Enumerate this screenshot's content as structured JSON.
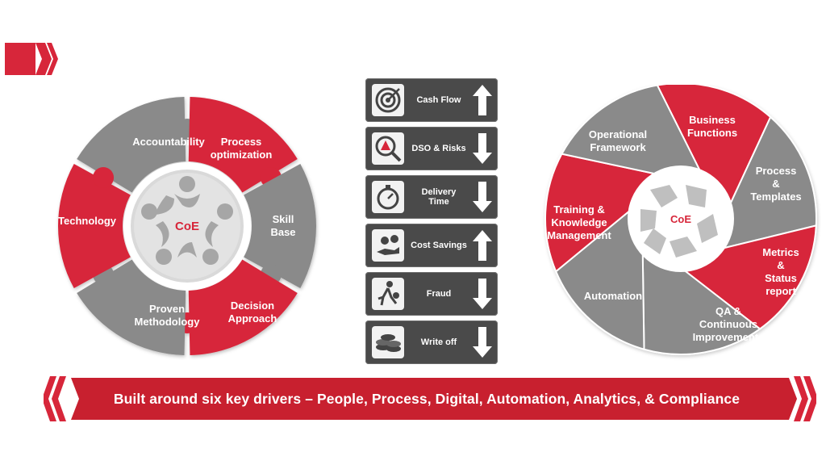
{
  "colors": {
    "red": "#d7263a",
    "gray": "#8a8a8a",
    "dark": "#4a4a4a",
    "light": "#dcdcdc"
  },
  "left_wheel": {
    "center": "CoE",
    "segments": [
      {
        "label": "Accountability",
        "color": "gray"
      },
      {
        "label": "Process\noptimization",
        "color": "red"
      },
      {
        "label": "Skill\nBase",
        "color": "gray"
      },
      {
        "label": "Decision\nApproach",
        "color": "red"
      },
      {
        "label": "Proven\nMethodology",
        "color": "gray"
      },
      {
        "label": "Technology",
        "color": "red"
      }
    ]
  },
  "metrics": [
    {
      "label": "Cash Flow",
      "icon": "target-icon",
      "direction": "up"
    },
    {
      "label": "DSO & Risks",
      "icon": "risk-magnifier-icon",
      "direction": "down"
    },
    {
      "label": "Delivery Time",
      "icon": "stopwatch-icon",
      "direction": "down"
    },
    {
      "label": "Cost Savings",
      "icon": "money-hand-icon",
      "direction": "up"
    },
    {
      "label": "Fraud",
      "icon": "thief-icon",
      "direction": "down"
    },
    {
      "label": "Write off",
      "icon": "coins-icon",
      "direction": "down"
    }
  ],
  "right_wheel": {
    "center": "CoE",
    "segments": [
      {
        "label": "Business\nFunctions",
        "color": "red"
      },
      {
        "label": "Process &\nTemplates",
        "color": "gray"
      },
      {
        "label": "Metrics &\nStatus\nreport",
        "color": "red"
      },
      {
        "label": "QA &\nContinuous\nImprovements",
        "color": "gray"
      },
      {
        "label": "Automation",
        "color": "gray"
      },
      {
        "label": "Training &\nKnowledge\nManagement",
        "color": "red"
      },
      {
        "label": "Operational\nFramework",
        "color": "gray"
      }
    ]
  },
  "banner": {
    "text": "Built around six key drivers – People, Process, Digital, Automation, Analytics, & Compliance"
  }
}
